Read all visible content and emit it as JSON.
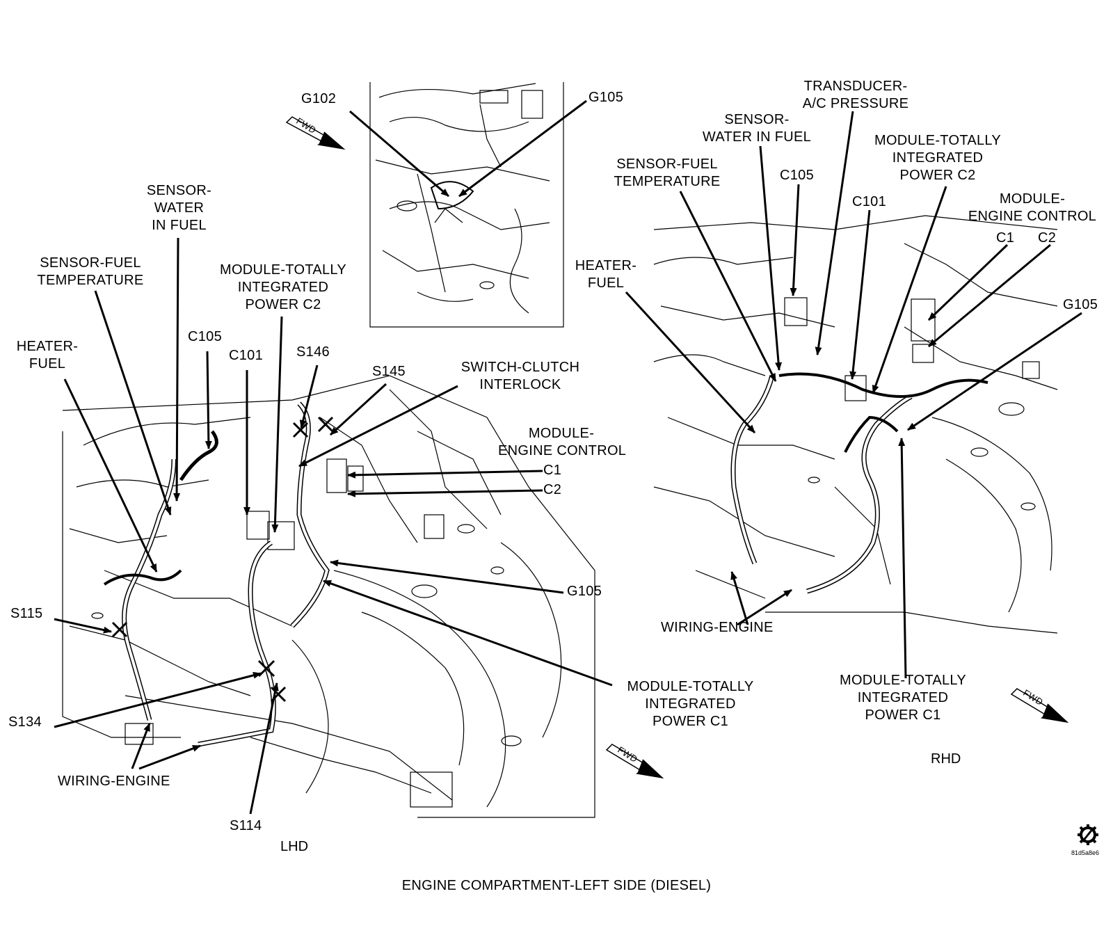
{
  "caption": "ENGINE COMPARTMENT-LEFT SIDE (DIESEL)",
  "image_code": "81d5a8e6",
  "lhd": {
    "view_label": "LHD",
    "fwd_label": "FWD",
    "labels": {
      "g102": "G102",
      "g105_inset": "G105",
      "sensor_water_1": "SENSOR-",
      "sensor_water_2": "WATER",
      "sensor_water_3": "IN FUEL",
      "sensor_fuel_temp_1": "SENSOR-FUEL",
      "sensor_fuel_temp_2": "TEMPERATURE",
      "module_tipm_c2_1": "MODULE-TOTALLY",
      "module_tipm_c2_2": "INTEGRATED",
      "module_tipm_c2_3": "POWER C2",
      "heater_fuel_1": "HEATER-",
      "heater_fuel_2": "FUEL",
      "c105": "C105",
      "c101": "C101",
      "s146": "S146",
      "s145": "S145",
      "switch_clutch_1": "SWITCH-CLUTCH",
      "switch_clutch_2": "INTERLOCK",
      "module_ecm_1": "MODULE-",
      "module_ecm_2": "ENGINE CONTROL",
      "c1": "C1",
      "c2": "C2",
      "g105": "G105",
      "s115": "S115",
      "s134": "S134",
      "module_tipm_c1_1": "MODULE-TOTALLY",
      "module_tipm_c1_2": "INTEGRATED",
      "module_tipm_c1_3": "POWER C1",
      "wiring_engine": "WIRING-ENGINE",
      "s114": "S114"
    }
  },
  "rhd": {
    "view_label": "RHD",
    "fwd_label": "FWD",
    "labels": {
      "transducer_1": "TRANSDUCER-",
      "transducer_2": "A/C PRESSURE",
      "sensor_water_1": "SENSOR-",
      "sensor_water_2": "WATER IN FUEL",
      "module_tipm_c2_1": "MODULE-TOTALLY",
      "module_tipm_c2_2": "INTEGRATED",
      "module_tipm_c2_3": "POWER C2",
      "sensor_fuel_temp_1": "SENSOR-FUEL",
      "sensor_fuel_temp_2": "TEMPERATURE",
      "c105": "C105",
      "c101": "C101",
      "module_ecm_1": "MODULE-",
      "module_ecm_2": "ENGINE CONTROL",
      "c1": "C1",
      "c2": "C2",
      "heater_fuel_1": "HEATER-",
      "heater_fuel_2": "FUEL",
      "g105": "G105",
      "wiring_engine": "WIRING-ENGINE",
      "module_tipm_c1_1": "MODULE-TOTALLY",
      "module_tipm_c1_2": "INTEGRATED",
      "module_tipm_c1_3": "POWER C1"
    }
  }
}
